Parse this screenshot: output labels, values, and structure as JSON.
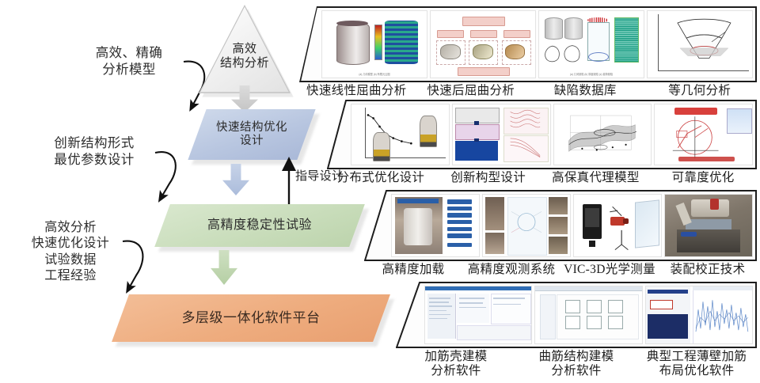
{
  "flow": {
    "top_node": {
      "label": "高效\n结构分析"
    },
    "node_2": {
      "label": "快速结构优化\n设计"
    },
    "node_3": {
      "label": "高精度稳定性试验"
    },
    "node_4": {
      "label": "多层级一体化软件平台"
    },
    "feedback_label": "指导设计",
    "notes": [
      {
        "text": "高效、精确\n分析模型"
      },
      {
        "text": "创新结构形式\n最优参数设计"
      },
      {
        "text": "高效分析\n快速优化设计\n试验数据\n工程经验"
      }
    ]
  },
  "panels": [
    {
      "id": "row-1",
      "labels": [
        "快速线性屈曲分析",
        "快速后屈曲分析",
        "缺陷数据库",
        "等几何分析"
      ]
    },
    {
      "id": "row-2",
      "labels": [
        "分布式优化设计",
        "创新构型设计",
        "高保真代理模型",
        "可靠度优化"
      ]
    },
    {
      "id": "row-3",
      "labels": [
        "高精度加载",
        "高精度观测系统",
        "VIC-3D光学测量",
        "装配校正技术"
      ]
    },
    {
      "id": "row-4",
      "labels": [
        "加筋壳建模\n分析软件",
        "曲筋结构建模\n分析软件",
        "典型工程薄壁加筋\n布局优化软件"
      ]
    }
  ],
  "colors": {
    "node_top": "#e9e9e9",
    "node_2": "#b8c6e0",
    "node_3": "#c9ddbb",
    "node_4": "#eeac7e",
    "text": "#262626",
    "panel_border": "#1d1d1d"
  }
}
